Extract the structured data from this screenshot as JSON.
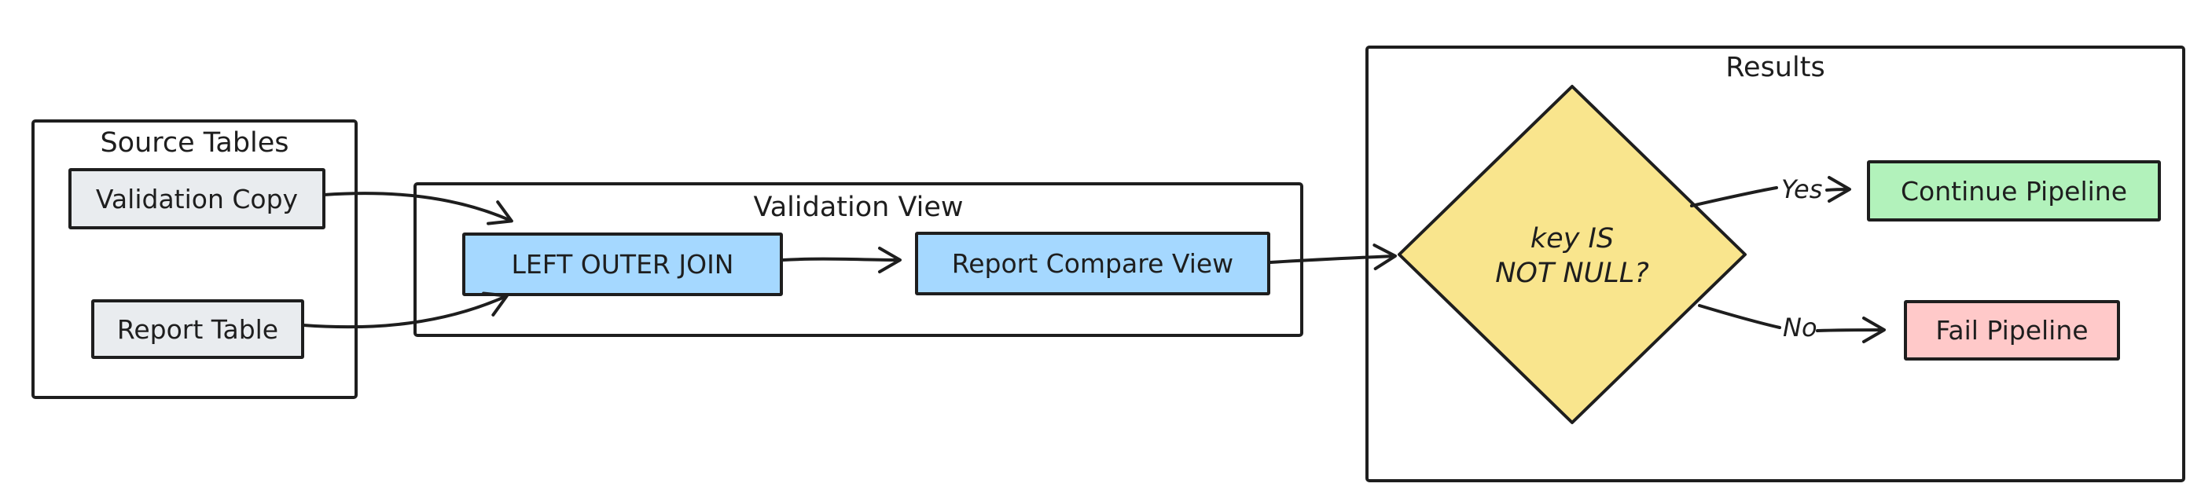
{
  "diagram": {
    "groups": {
      "source_tables": {
        "title": "Source Tables",
        "items": [
          {
            "label": "Validation Copy"
          },
          {
            "label": "Report Table"
          }
        ]
      },
      "validation_view": {
        "title": "Validation View",
        "items": [
          {
            "label": "LEFT OUTER JOIN"
          },
          {
            "label": "Report Compare View"
          }
        ]
      },
      "results": {
        "title": "Results",
        "decision": "key IS\nNOT NULL?",
        "outcomes": [
          {
            "label": "Continue Pipeline"
          },
          {
            "label": "Fail Pipeline"
          }
        ]
      }
    },
    "edges": [
      {
        "from": "Validation Copy",
        "to": "LEFT OUTER JOIN",
        "label": ""
      },
      {
        "from": "Report Table",
        "to": "LEFT OUTER JOIN",
        "label": ""
      },
      {
        "from": "LEFT OUTER JOIN",
        "to": "Report Compare View",
        "label": ""
      },
      {
        "from": "Report Compare View",
        "to": "key IS NOT NULL?",
        "label": ""
      },
      {
        "from": "key IS NOT NULL?",
        "to": "Continue Pipeline",
        "label": "Yes"
      },
      {
        "from": "key IS NOT NULL?",
        "to": "Fail Pipeline",
        "label": "No"
      }
    ]
  },
  "colors": {
    "stroke": "#1e1e1e",
    "node_gray": "#e9ecef",
    "node_blue": "#a5d8ff",
    "decision_yellow": "#f9e58d",
    "outcome_green": "#b2f2bb",
    "outcome_red": "#ffc9c9",
    "canvas": "#ffffff"
  }
}
